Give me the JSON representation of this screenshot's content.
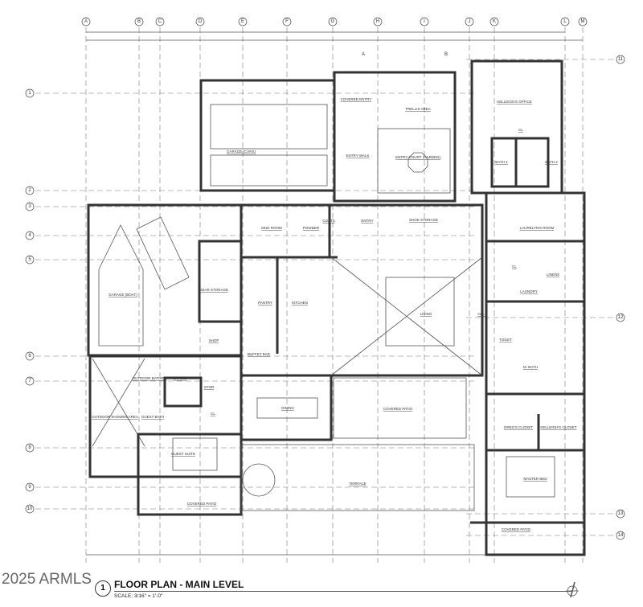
{
  "watermark": "2025 ARMLS",
  "title_block": {
    "view_number": "1",
    "title": "FLOOR PLAN - MAIN LEVEL",
    "scale": "SCALE: 3/16\" = 1'-0\""
  },
  "grid": {
    "columns": [
      "A",
      "B",
      "C",
      "D",
      "E",
      "F",
      "G",
      "H",
      "I",
      "J",
      "K",
      "L",
      "M"
    ],
    "rows_left": [
      "1",
      "2",
      "3",
      "4",
      "5",
      "6",
      "7",
      "8",
      "9",
      "10"
    ],
    "rows_right": [
      "11",
      "12",
      "13",
      "14"
    ]
  },
  "section_markers": [
    "A",
    "B"
  ],
  "rooms": [
    "GARAGE (CARS)",
    "COVERED ENTRY",
    "TRELLIS AREA",
    "ENTRY WALK",
    "ENTRY COURT (GARDEN)",
    "KELLEIGH'S OFFICE",
    "CL",
    "BATH 1",
    "BATH 2",
    "MUD ROOM",
    "POWDER",
    "COATS",
    "ENTRY",
    "SHOE STORAGE",
    "LAURELYN'S ROOM",
    "CL",
    "LINENS",
    "LAUNDRY",
    "HALL",
    "GARAGE (BOAT)",
    "GEAR STORAGE",
    "SHOP",
    "PANTRY",
    "KITCHEN",
    "LIVING",
    "BUFFET BAR",
    "OUTDOOR BATHRM",
    "STAIRS",
    "STOR",
    "CL",
    "TOILET",
    "M. BATH",
    "OUTDOOR SHOWER AREA",
    "GUEST BATH",
    "DINING",
    "COVERED PATIO",
    "GUEST SUITE",
    "GREG'S CLOSET",
    "KELLEIGH'S CLOSET",
    "MASTER BED",
    "TERRACE",
    "COVERED PATIO",
    "COVERED PATIO"
  ]
}
